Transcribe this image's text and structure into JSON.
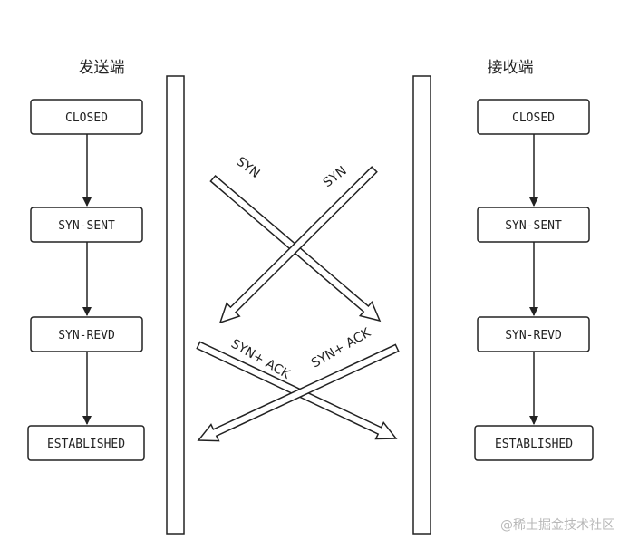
{
  "sender": {
    "title": "发送端",
    "states": [
      "CLOSED",
      "SYN-SENT",
      "SYN-REVD",
      "ESTABLISHED"
    ]
  },
  "receiver": {
    "title": "接收端",
    "states": [
      "CLOSED",
      "SYN-SENT",
      "SYN-REVD",
      "ESTABLISHED"
    ]
  },
  "messages": {
    "syn_left": "SYN",
    "syn_right": "SYN",
    "synack_left": "SYN+ ACK",
    "synack_right": "SYN+ ACK"
  },
  "watermark": "@稀土掘金技术社区"
}
